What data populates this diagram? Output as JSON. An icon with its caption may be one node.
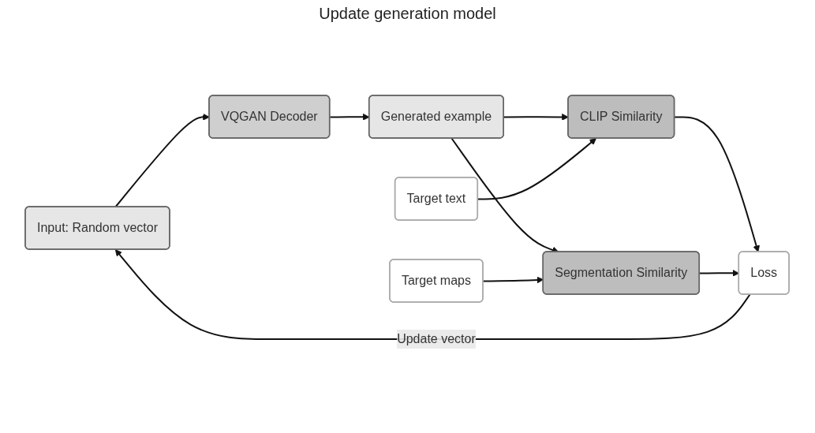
{
  "diagram": {
    "nodes": [
      {
        "text": [
          "Input: Random vector"
        ]
      },
      {
        "text": [
          "VQGAN Decoder"
        ]
      },
      {
        "text": [
          "Generated example"
        ]
      },
      {
        "text": [
          "Target text"
        ]
      },
      {
        "text": [
          "CLIP Similarity"
        ]
      },
      {
        "text": [
          "Segmentation Similarity"
        ]
      },
      {
        "text": [
          "Target maps"
        ]
      },
      {
        "text": [
          "Loss"
        ]
      }
    ],
    "edges": [
      {
        "from": 0,
        "to": 1,
        "arrow": "to"
      },
      {
        "from": 1,
        "to": 2,
        "arrow": "to"
      },
      {
        "from": 2,
        "to": 4,
        "arrow": "to"
      },
      {
        "from": 2,
        "to": 5,
        "arrow": "to"
      },
      {
        "from": 3,
        "to": 4,
        "arrow": "to"
      },
      {
        "from": 6,
        "to": 5,
        "arrow": "to"
      },
      {
        "from": 4,
        "to": 7,
        "arrow": "to"
      },
      {
        "from": 5,
        "to": 7,
        "arrow": "to"
      },
      {
        "from": 7,
        "to": 0,
        "arrow": "to",
        "label": "Update vector"
      }
    ],
    "labels": [
      "Update generation model"
    ]
  }
}
